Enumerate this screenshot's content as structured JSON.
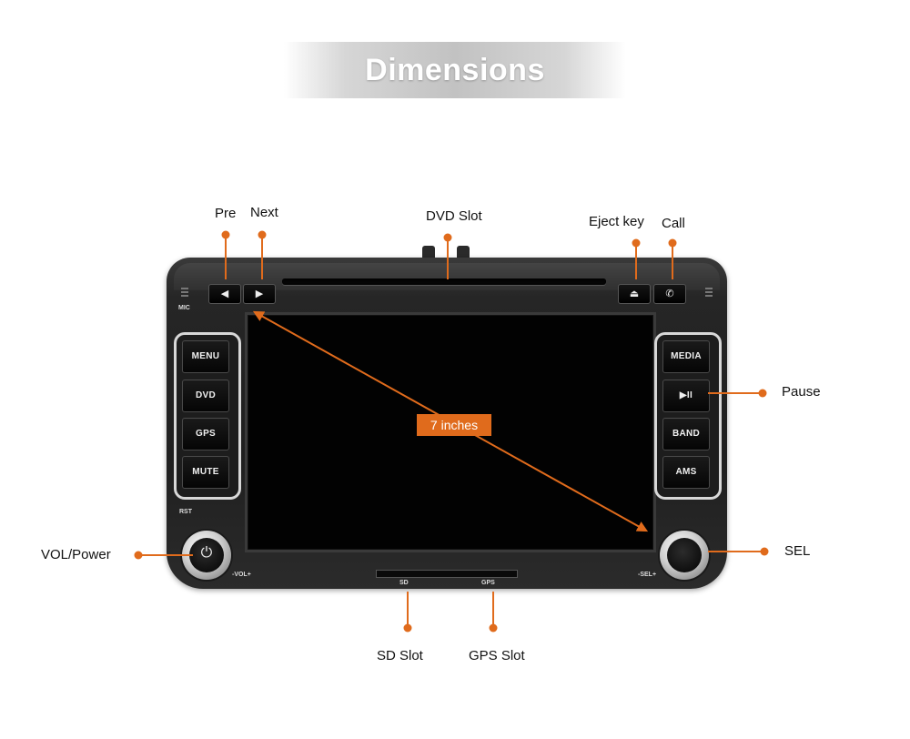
{
  "header": {
    "title": "Dimensions"
  },
  "callouts": {
    "pre": "Pre",
    "next": "Next",
    "dvd_slot": "DVD Slot",
    "eject_key": "Eject key",
    "call": "Call",
    "pause": "Pause",
    "sel": "SEL",
    "vol_power": "VOL/Power",
    "sd_slot": "SD Slot",
    "gps_slot": "GPS Slot"
  },
  "screen": {
    "diagonal_label": "7 inches"
  },
  "device": {
    "mic": "MIC",
    "rst": "RST",
    "vol": "-VOL+",
    "sel": "-SEL+",
    "sd": "SD",
    "gps": "GPS",
    "left_buttons": [
      "MENU",
      "DVD",
      "GPS",
      "MUTE"
    ],
    "right_buttons": [
      "MEDIA",
      "▶II",
      "BAND",
      "AMS"
    ],
    "prev_glyph": "◀",
    "next_glyph": "▶",
    "eject_glyph": "⏏",
    "call_glyph": "✆",
    "power_glyph": "⏻"
  },
  "colors": {
    "accent": "#e06b1c",
    "device_body": "#262626",
    "screen": "#020202"
  }
}
